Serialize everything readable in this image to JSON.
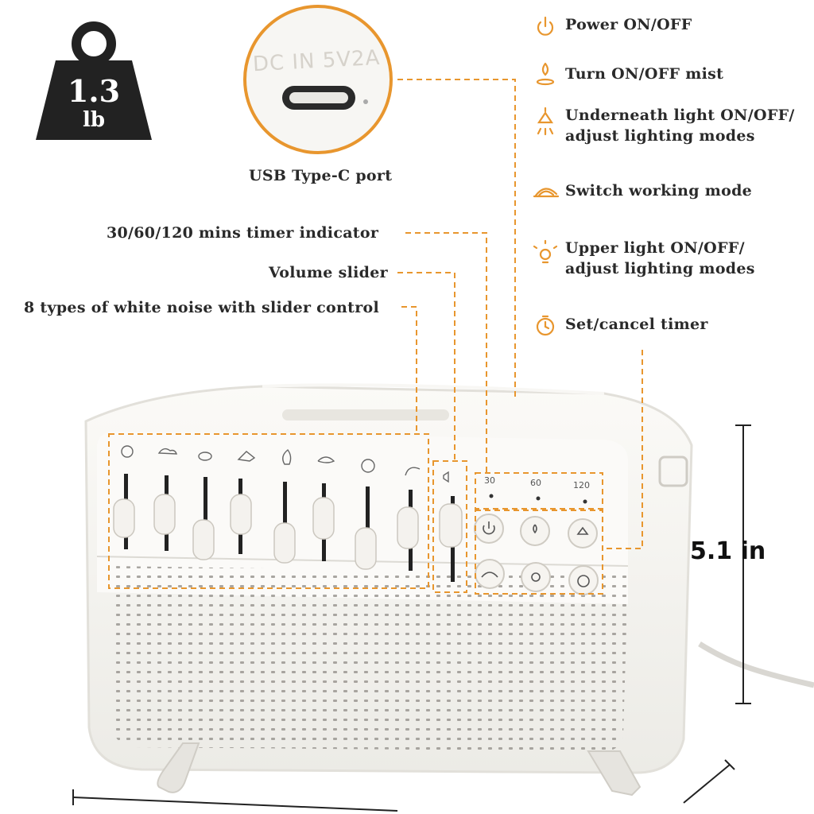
{
  "weight": {
    "value": "1.3",
    "unit": "lb"
  },
  "port": {
    "printed_text": "DC IN 5V2A",
    "caption": "USB Type-C port"
  },
  "left_labels": {
    "timer_indicator": "30/60/120 mins timer indicator",
    "volume_slider": "Volume slider",
    "white_noise": "8 types of white noise with slider control"
  },
  "features": [
    {
      "icon": "power-icon",
      "lines": [
        "Power ON/OFF"
      ]
    },
    {
      "icon": "mist-icon",
      "lines": [
        "Turn ON/OFF mist"
      ]
    },
    {
      "icon": "lamp-icon",
      "lines": [
        "Underneath light ON/OFF/",
        "adjust lighting modes"
      ]
    },
    {
      "icon": "mode-icon",
      "lines": [
        "Switch working mode"
      ]
    },
    {
      "icon": "bulb-icon",
      "lines": [
        "Upper light ON/OFF/",
        "adjust lighting modes"
      ]
    },
    {
      "icon": "timer-icon",
      "lines": [
        "Set/cancel timer"
      ]
    }
  ],
  "timer_marks": [
    "30",
    "60",
    "120"
  ],
  "height_dimension": "5.1 in",
  "colors": {
    "accent": "#e8962e",
    "device": "#f5f3ef",
    "dark": "#222222"
  }
}
